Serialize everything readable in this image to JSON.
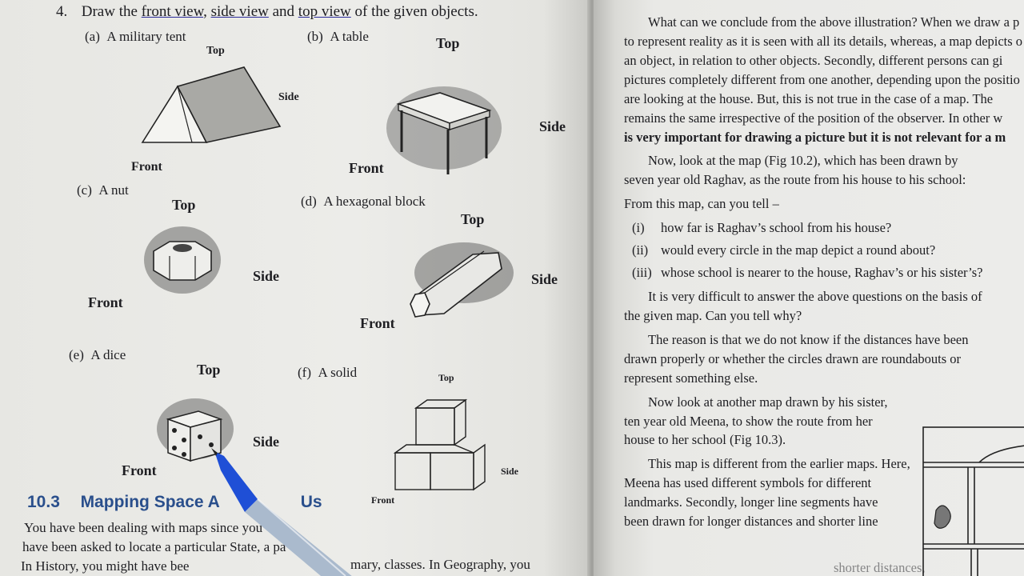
{
  "left_page": {
    "question_number": "4.",
    "question_parts": [
      "Draw the ",
      "front view",
      ", ",
      "side view",
      " and ",
      "top view",
      " of the given objects."
    ],
    "items": [
      {
        "label": "(a)",
        "name": "A military tent",
        "views": [
          "Top",
          "Side",
          "Front"
        ]
      },
      {
        "label": "(b)",
        "name": "A table",
        "views": [
          "Top",
          "Side",
          "Front"
        ]
      },
      {
        "label": "(c)",
        "name": "A nut",
        "views": [
          "Top",
          "Side",
          "Front"
        ]
      },
      {
        "label": "(d)",
        "name": "A hexagonal block",
        "views": [
          "Top",
          "Side",
          "Front"
        ]
      },
      {
        "label": "(e)",
        "name": "A dice",
        "views": [
          "Top",
          "Side",
          "Front"
        ]
      },
      {
        "label": "(f)",
        "name": "A solid",
        "views": [
          "Top",
          "Side",
          "Front"
        ]
      }
    ],
    "section_number": "10.3",
    "section_title": "Mapping Space A",
    "section_title_end": "Us",
    "body_lines": [
      "You have been dealing with maps since you",
      "have been asked to locate a particular State, a pa",
      "In History, you might have bee"
    ],
    "body_fragment": "mary, classes. In Geography, you"
  },
  "right_page": {
    "para1": [
      "What can we conclude from the above illustration? When we draw a p",
      "to represent reality as it is seen with all its details, whereas, a map depicts o",
      "an object, in relation to other objects. Secondly, different persons can gi",
      "pictures completely different from one another, depending upon the positio",
      "are looking at the house. But, this is not true in the case of a map. The",
      "remains the same irrespective of the position of the observer. In other w"
    ],
    "para1_bold": "is very important for drawing a picture but it is not relevant for a m",
    "para2": [
      "Now, look at the map (Fig 10.2), which has been drawn by",
      "seven year old Raghav, as the route from his house to his school:"
    ],
    "para3": "From this map, can you tell –",
    "questions": [
      {
        "num": "(i)",
        "text": "how far is Raghav’s school from his house?"
      },
      {
        "num": "(ii)",
        "text": "would every circle in the map depict a round about?"
      },
      {
        "num": "(iii)",
        "text": "whose school is nearer to the house, Raghav’s or his sister’s?"
      }
    ],
    "para4": [
      "It is very difficult to answer the above questions on the basis of",
      "the given map. Can you tell why?"
    ],
    "para5": [
      "The reason is that we do not know if the distances have been",
      "drawn properly or whether the circles drawn are  roundabouts or",
      "represent something else."
    ],
    "para6": [
      "Now look at another map drawn by his sister,",
      "ten year old Meena, to show the route from her",
      "house to her school (Fig 10.3)."
    ],
    "para7": [
      "This map is different from the earlier maps. Here,",
      "Meena has used different symbols for different",
      "landmarks. Secondly, longer line segments have",
      "been drawn for longer distances and shorter line"
    ],
    "para7_fragment": "shorter distances,"
  },
  "colors": {
    "paper": "#ecece9",
    "ink": "#1e1e22",
    "heading_blue": "#2a4f8c",
    "pen_blue": "#1f4fd6"
  }
}
